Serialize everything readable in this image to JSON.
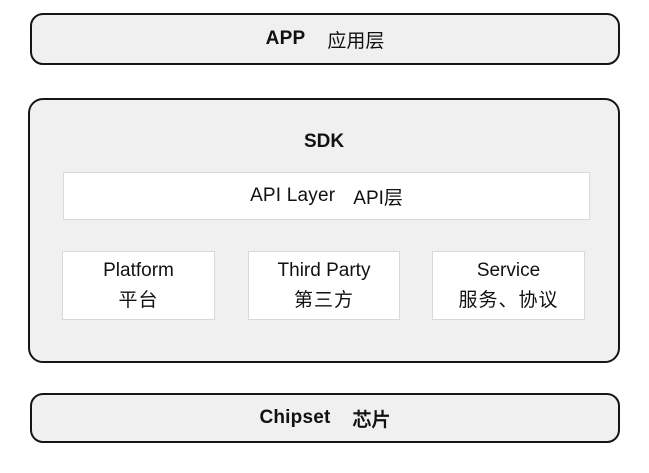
{
  "diagram": {
    "app": {
      "en": "APP",
      "zh": "应用层"
    },
    "sdk": {
      "title": "SDK",
      "api_layer": {
        "en": "API Layer",
        "zh": "API层"
      },
      "modules": [
        {
          "en": "Platform",
          "zh": "平台"
        },
        {
          "en": "Third Party",
          "zh": "第三方"
        },
        {
          "en": "Service",
          "zh": "服务、协议"
        }
      ]
    },
    "chipset": {
      "en": "Chipset",
      "zh": "芯片"
    }
  },
  "colors": {
    "layer_background": "#f0f0f0",
    "layer_border": "#161616",
    "inner_box_background": "#ffffff",
    "inner_box_border": "#d8d8d8",
    "text": "#111111",
    "page_background": "#ffffff"
  }
}
